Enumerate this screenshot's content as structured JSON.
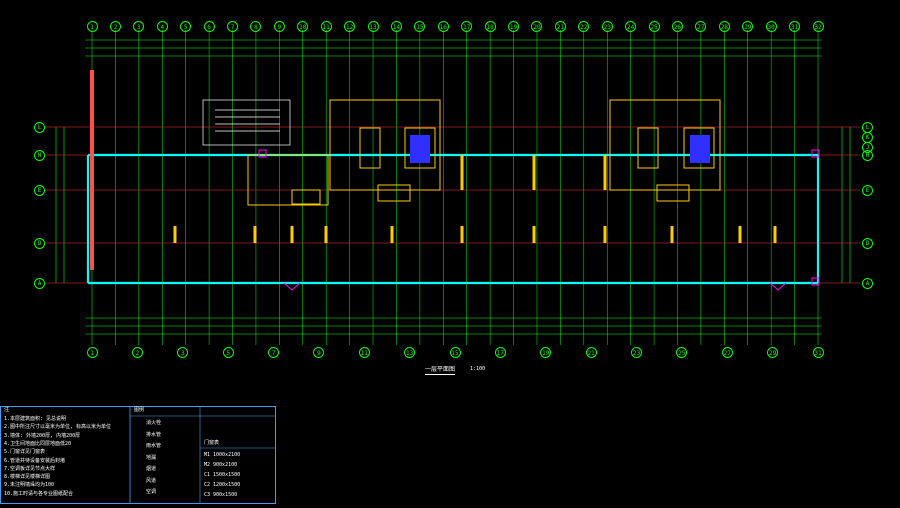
{
  "grid_axes": {
    "top": [
      "1",
      "2",
      "3",
      "4",
      "5",
      "6",
      "7",
      "8",
      "9",
      "10",
      "11",
      "12",
      "13",
      "14",
      "15",
      "16",
      "17",
      "18",
      "19",
      "20",
      "21",
      "22",
      "23",
      "24",
      "25",
      "26",
      "27",
      "28",
      "29",
      "30",
      "31",
      "32"
    ],
    "bottom": [
      "1",
      "2",
      "3",
      "5",
      "7",
      "9",
      "11",
      "13",
      "15",
      "17",
      "19",
      "21",
      "23",
      "25",
      "27",
      "29",
      "31"
    ],
    "left": [
      "L",
      "H",
      "E",
      "D",
      "A"
    ],
    "right": [
      "L",
      "K",
      "J",
      "H",
      "E",
      "D",
      "A"
    ]
  },
  "drawing": {
    "title": "一层平面图",
    "scale": "1:100",
    "colors": {
      "background": "#000000",
      "grid": "#00ff00",
      "axis_red": "#ff0000",
      "wall_cyan": "#00ffff",
      "column_yellow": "#ffcc00",
      "door_magenta": "#ff00ff",
      "stair_blue": "#3333ff",
      "text": "#ffffff"
    }
  },
  "legend": {
    "heading": "注",
    "notes": [
      "1.本层建筑面积: 见总说明",
      "2.图中所注尺寸以毫米为单位, 标高以米为单位",
      "3.墙体: 外墙200厚, 内墙200厚",
      "4.卫生间地面比同层地面低20",
      "5.门窗详见门窗表",
      "6.管道井待设备安装后封堵",
      "7.空调板详见节点大样",
      "8.楼梯详见楼梯详图",
      "9.未注明墙垛均为100",
      "10.施工时请与各专业图纸配合"
    ],
    "symbols_heading": "图例",
    "symbols": [
      "消火栓",
      "排水管",
      "雨水管",
      "地漏",
      "烟道",
      "风道",
      "空调"
    ],
    "table_heading": "门窗表",
    "table_rows": [
      [
        "M1",
        "1000x2100"
      ],
      [
        "M2",
        "900x2100"
      ],
      [
        "C1",
        "1500x1500"
      ],
      [
        "C2",
        "1200x1500"
      ],
      [
        "C3",
        "900x1500"
      ]
    ]
  }
}
